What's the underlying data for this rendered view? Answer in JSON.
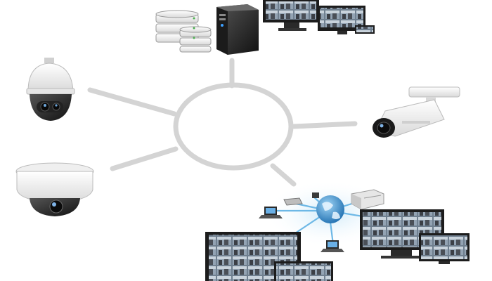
{
  "diagram": {
    "hub": {
      "icon": "hub-ring-icon",
      "color": "#d4d4d4"
    },
    "spokes": [
      {
        "target": "storage-server-node"
      },
      {
        "target": "ptz-camera-node"
      },
      {
        "target": "bullet-camera-node"
      },
      {
        "target": "dome-camera-node"
      },
      {
        "target": "network-monitoring-node"
      }
    ],
    "nodes": {
      "storage_server": {
        "icons": [
          "database-stack-icon",
          "tower-server-icon",
          "monitor-wall-icon"
        ]
      },
      "ptz_camera": {
        "icon": "ptz-dome-camera-icon"
      },
      "bullet_camera": {
        "icon": "bullet-camera-icon"
      },
      "dome_camera": {
        "icon": "dome-camera-icon"
      },
      "network_monitoring": {
        "icons": [
          "globe-network-icon",
          "laptop-icon",
          "router-icon",
          "server-icon",
          "surveillance-monitor-icon"
        ]
      }
    },
    "colors": {
      "spoke": "#d4d4d4",
      "device_white": "#f2f2f2",
      "device_dark": "#2a2a2a",
      "screen_frame": "#1c1c1c",
      "globe_blue": "#1f7fc7",
      "network_glow": "#bfe3f7"
    }
  }
}
